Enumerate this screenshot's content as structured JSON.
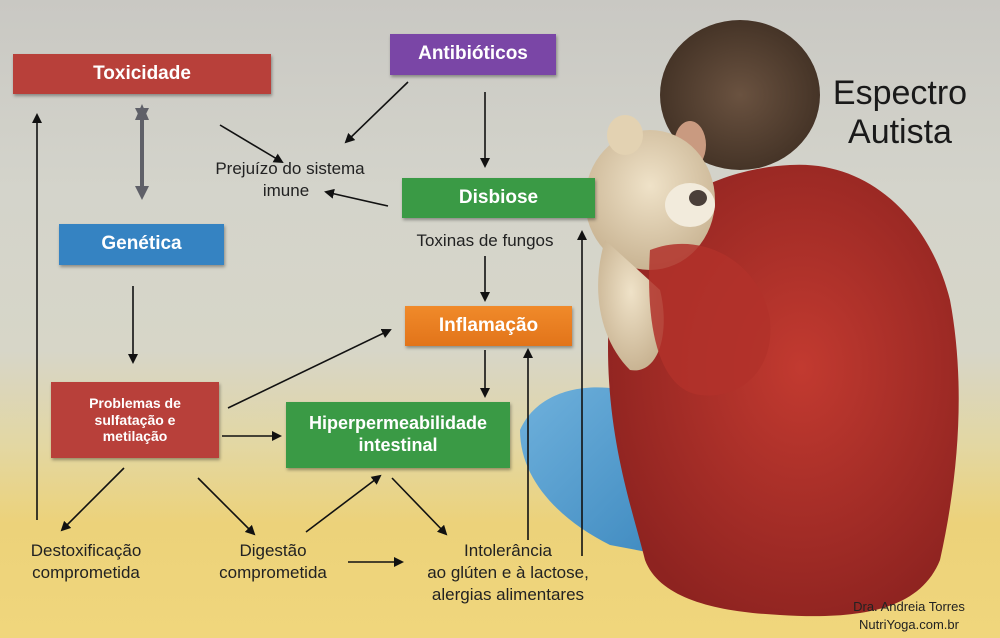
{
  "title": {
    "line1": "Espectro",
    "line2": "Autista"
  },
  "nodes": {
    "toxicidade": {
      "label": "Toxicidade",
      "color": "#b8403a"
    },
    "antibioticos": {
      "label": "Antibióticos",
      "color": "#7a46a6"
    },
    "genetica": {
      "label": "Genética",
      "color": "#3583c2"
    },
    "disbiose": {
      "label": "Disbiose",
      "color": "#3a9a45"
    },
    "inflamacao": {
      "label": "Inflamação",
      "color": "#e87d22"
    },
    "problemas": {
      "line1": "Problemas de",
      "line2": "sulfatação e",
      "line3": "metilação",
      "color": "#b8403a"
    },
    "hiperpermeabilidade": {
      "line1": "Hiperpermeabilidade",
      "line2": "intestinal",
      "color": "#3a9a45"
    }
  },
  "labels": {
    "prejuizo": {
      "line1": "Prejuízo do sistema",
      "line2": "imune"
    },
    "toxinas": "Toxinas de fungos",
    "destoxificacao": {
      "line1": "Destoxificação",
      "line2": "comprometida"
    },
    "digestao": {
      "line1": "Digestão",
      "line2": "comprometida"
    },
    "intolerancia": {
      "line1": "Intolerância",
      "line2": "ao glúten e à lactose,",
      "line3": "alergias alimentares"
    }
  },
  "credit": {
    "author": "Dra. Andreia Torres",
    "site": "NutriYoga.com.br"
  },
  "image": {
    "subject": "child-hugging-teddy-bear-photo"
  }
}
